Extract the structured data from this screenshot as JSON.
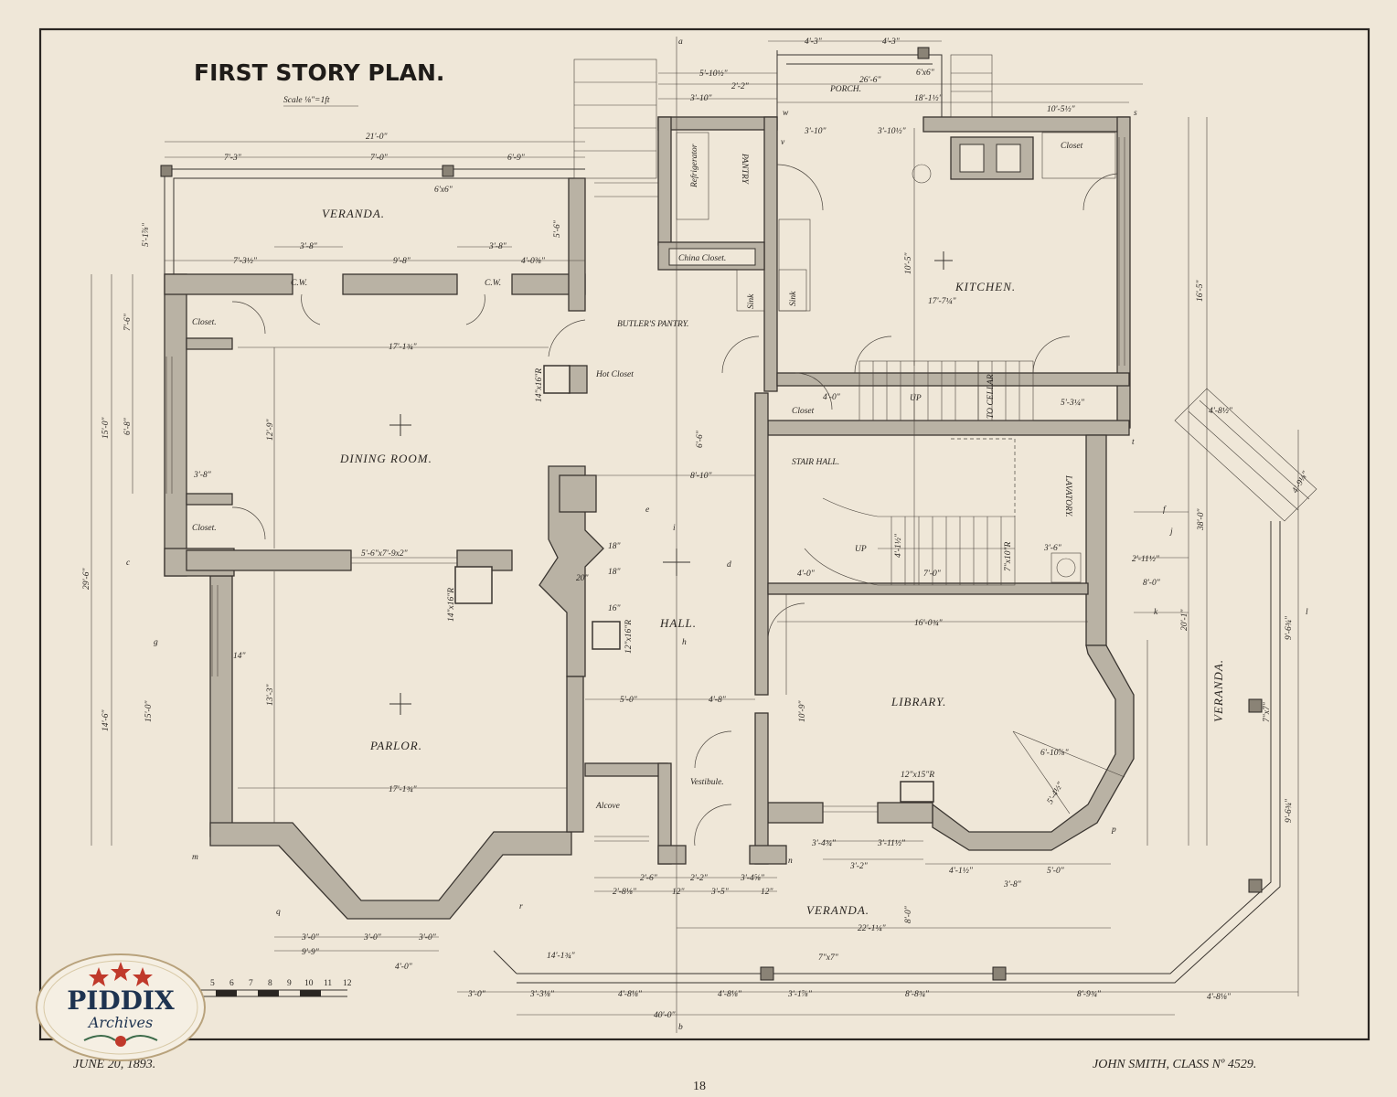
{
  "plan": {
    "title": "FIRST STORY PLAN.",
    "scale": "Scale ⅛\"=1ft",
    "page_number": "18",
    "signature": "JOHN SMITH, CLASS Nº 4529.",
    "date": "JUNE 20, 1893."
  },
  "rooms": {
    "veranda_top": "VERANDA.",
    "porch": "PORCH.",
    "pantry": "PANTRY",
    "refrigerator": "Refrigerator",
    "china_closet": "China Closet.",
    "sink_a": "Sink",
    "sink_b": "Sink",
    "kitchen": "KITCHEN.",
    "kitchen_closet": "Closet",
    "butlers_pantry": "BUTLER'S PANTRY.",
    "hot_closet": "Hot Closet",
    "dining_room": "DINING ROOM.",
    "closet_top": "Closet.",
    "closet_mid": "Closet.",
    "stair_closet": "Closet",
    "stair_hall": "STAIR HALL.",
    "hall": "HALL.",
    "lavatory": "LAVATORY.",
    "library": "LIBRARY.",
    "parlor": "PARLOR.",
    "alcove": "Alcove",
    "vestibule": "Vestibule.",
    "veranda_bottom": "VERANDA.",
    "veranda_right": "VERANDA.",
    "up_a": "UP",
    "up_b": "UP",
    "to_cellar": "TO CELLAR",
    "cw_a": "C.W.",
    "cw_b": "C.W."
  },
  "dimensions": {
    "d_21_0": "21'-0\"",
    "d_7_3": "7'-3\"",
    "d_7_0": "7'-0\"",
    "d_6_9": "6'-9\"",
    "d_4_3a": "4'-3\"",
    "d_4_3b": "4'-3\"",
    "d_5_10": "5'-10½\"",
    "d_26_6": "26'-6\"",
    "d_3_10": "3'-10\"",
    "d_2_2": "2'-2\"",
    "d_18_1": "18'-1½\"",
    "d_10_5": "10'-5½\"",
    "d_3_10b": "3'-10\"",
    "d_3_10c": "3'-10½\"",
    "d_3_8a": "3'-8\"",
    "d_3_8b": "3'-8\"",
    "d_7_3b": "7'-3½\"",
    "d_9_8": "9'-8\"",
    "d_4_0a": "4'-0⅜\"",
    "d_5_6": "5'-6\"",
    "d_5_1": "5'-1⅞\"",
    "d_17_1_dining": "17'-1¾\"",
    "d_12_9": "12'-9\"",
    "d_15_0a": "15'-0\"",
    "d_7_6": "7'-6\"",
    "d_6_8": "6'-8\"",
    "d_3_8c": "3'-8\"",
    "d_29_6": "29'-6\"",
    "d_5_6x7_9": "5'-6\"x7'-9x2\"",
    "d_8_10": "8'-10\"",
    "d_6_6": "6'-6\"",
    "d_10_5k": "10'-5\"",
    "d_17_7": "17'-7¼\"",
    "d_4_0b": "4'-0\"",
    "d_5_3": "5'-3¼\"",
    "d_16_5": "16'-5\"",
    "d_38_0": "38'-0\"",
    "d_20_1": "20'-1\"",
    "d_16_0": "16'-0¾\"",
    "d_4_0c": "4'-0\"",
    "d_8_0": "8'-0\"",
    "d_2_11": "2'-11½\"",
    "d_3_6": "3'-6\"",
    "d_7_0b": "7'-0\"",
    "d_4_1": "4'-1½\"",
    "d_10_9": "10'-9\"",
    "d_6_10": "6'-10⅞\"",
    "d_5_4": "5'-4½\"",
    "d_9_6a": "9'-6¾\"",
    "d_9_6b": "9'-6¾\"",
    "d_13_3": "13'-3\"",
    "d_15_0b": "15'-0\"",
    "d_14_6": "14'-6\"",
    "d_17_1_parlor": "17'-1¾\"",
    "d_5_0a": "5'-0\"",
    "d_4_8": "4'-8\"",
    "d_3_0a": "3'-0\"",
    "d_3_0b": "3'-0\"",
    "d_3_0c": "3'-0\"",
    "d_9_9": "9'-9\"",
    "d_4_0d": "4'-0\"",
    "d_14_1": "14'-1¾\"",
    "d_22_1": "22'-1¼\"",
    "d_8_0b": "8'-0\"",
    "d_3_8d": "3'-8\"",
    "d_5_0b": "5'-0\"",
    "d_4_1b": "4'-1½\"",
    "d_3_2": "3'-2\"",
    "d_3_4": "3'-4¾\"",
    "d_3_11": "3'-11½\"",
    "d_3_0d": "3'-0\"",
    "d_3_3": "3'-3⅛\"",
    "d_4_8a": "4'-8⅛\"",
    "d_4_8b": "4'-8⅛\"",
    "d_3_1": "3'-1⅞\"",
    "d_8_8": "8'-8¾\"",
    "d_8_9": "8'-9¾\"",
    "d_4_8c": "4'-8⅛\"",
    "d_40_0": "40'-0\"",
    "d_2_8a": "2'-8⅛\"",
    "d_2_6": "2'-6\"",
    "d_2_2b": "2'-2\"",
    "d_3_4b": "3'-4⅝\"",
    "d_3_5": "3'-5\"",
    "d_12a": "12\"",
    "d_12b": "12\"",
    "d_6x6a": "6'x6\"",
    "d_6x6b": "6'x6\"",
    "d_7x7a": "7\"x7\"",
    "d_7x7b": "7\"x7\"",
    "d_12x15": "12\"x15\"R",
    "d_14x16a": "14\"x16\"R",
    "d_14x16b": "14\"x16\"R",
    "d_12x16": "12\"x16\"R",
    "d_7x10": "7\"x10\"R",
    "d_20": "20\"",
    "d_14": "14\"",
    "d_18a": "18\"",
    "d_18b": "18\"",
    "d_16": "16\"",
    "d_4_8e": "4'-8½\"",
    "d_4_9": "4'-9⅛\""
  },
  "scale_bar": {
    "ticks": [
      "5",
      "6",
      "7",
      "8",
      "9",
      "10",
      "11",
      "12"
    ]
  },
  "section_marks": {
    "a": "a",
    "b": "b",
    "c": "c",
    "d": "d",
    "e": "e",
    "f": "f",
    "g": "g",
    "h": "h",
    "i": "i",
    "j": "j",
    "k": "k",
    "l": "l",
    "m": "m",
    "n": "n",
    "p": "p",
    "q": "q",
    "r": "r",
    "s": "s",
    "t": "t",
    "v": "v",
    "w": "w"
  },
  "logo": {
    "name": "PIDDIX",
    "sub": "Archives"
  },
  "colors": {
    "paper": "#efe7d8",
    "ink": "#2a2622",
    "wall_fill": "#b9b2a4",
    "logo_red": "#c0392b",
    "logo_navy": "#1e3350"
  }
}
